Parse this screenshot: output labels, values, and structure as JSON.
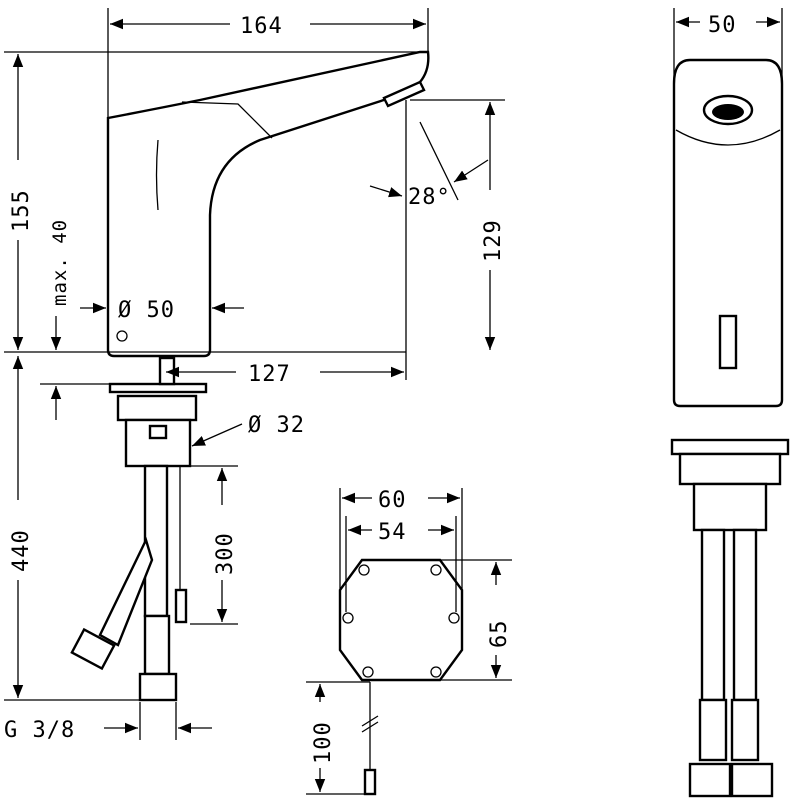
{
  "side_view": {
    "dim_width": "164",
    "dim_total_height": "155",
    "dim_max_height": "max. 40",
    "dim_diameter": "Ø 50",
    "dim_spout_height": "129",
    "dim_angle": "28°",
    "dim_projection": "127",
    "dim_hole": "Ø 32",
    "dim_below_counter": "440",
    "dim_hose": "300",
    "dim_thread": "G 3/8"
  },
  "control_box": {
    "dim_outer_width": "60",
    "dim_inner_width": "54",
    "dim_height": "65",
    "dim_cable": "100"
  },
  "front_view": {
    "dim_width": "50"
  }
}
